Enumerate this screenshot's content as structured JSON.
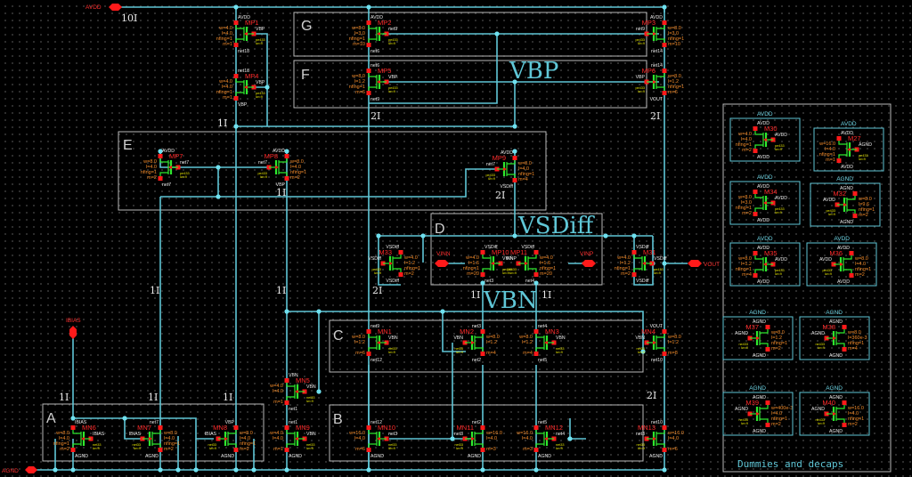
{
  "title": "Analog schematic - two-stage amplifier with bias network",
  "colors": {
    "wire": "#5fc6d6",
    "pin": "#ff1a1a",
    "device_body": "#2ee82e",
    "instance_name": "#ff2a2a",
    "parameters": "#f08a2a",
    "model": "#e6e600",
    "box": "#b9b9b9",
    "background": "#000000"
  },
  "ports": {
    "avdd": "AVDD",
    "agnd": "AGND",
    "ibias": "IBIAS",
    "vinn": "VINN",
    "vinp": "VINP",
    "vout": "VOUT"
  },
  "net_labels": {
    "vbp": "VBP",
    "vsdiff": "VSDiff",
    "vbn": "VBN"
  },
  "blocks": {
    "a": "A",
    "b": "B",
    "c": "C",
    "d": "D",
    "e": "E",
    "f": "F",
    "g": "G",
    "dummies": "Dummies and decaps"
  },
  "currents": {
    "top": "10I",
    "mp4_out": "1I",
    "mp8": "1I",
    "mp9": "2I",
    "f_left": "2I",
    "f_right": "2I",
    "m33": "2I",
    "mp10": "1I",
    "mp11": "1I",
    "e_left": "1I",
    "e_mid": "1I",
    "c_right": "2I",
    "a1": "1I",
    "a2": "1I",
    "a3": "1I"
  },
  "devices": [
    {
      "name": "MP1",
      "type": "p",
      "w": "w=4.0",
      "l": "l=4.0",
      "nf": "nfing=1",
      "m": "m=1",
      "d": "AVDD",
      "s": "net18",
      "g": "VBP",
      "model": "pe433\nlw=9",
      "bulk": "AVDD"
    },
    {
      "name": "MP4",
      "type": "p",
      "w": "w=4.0",
      "l": "l=4.0",
      "nf": "nfing=1",
      "m": "m=1",
      "d": "net18",
      "s": "VBP",
      "g": "VBP",
      "model": "pe433\nlw=9",
      "bulk": "AVDD"
    },
    {
      "name": "MP2",
      "type": "p",
      "w": "w=8.0",
      "l": "l=3.0",
      "nf": "nfing=1",
      "m": "m=10",
      "d": "AVDD",
      "s": "net6",
      "g": "net9",
      "model": "pe433\nlw=9",
      "bulk": "AVDD"
    },
    {
      "name": "MP5",
      "type": "p",
      "w": "w=8.0",
      "l": "l=1.2",
      "nf": "nfing=1",
      "m": "m=6",
      "d": "net6",
      "s": "net9",
      "g": "VBP",
      "model": "pe433\nlw=9",
      "bulk": "AVDD"
    },
    {
      "name": "MP3",
      "type": "p",
      "w": "w=8.0",
      "l": "l=3.0",
      "nf": "nfing=1",
      "m": "m=10",
      "d": "AVDD",
      "s": "net14",
      "g": "net9",
      "model": "pe433\nlw=9",
      "bulk": "AVDD"
    },
    {
      "name": "MP6",
      "type": "p",
      "w": "w=8.0",
      "l": "l=1.2",
      "nf": "nfing=1",
      "m": "m=6",
      "d": "net14",
      "s": "VOUT",
      "g": "VBP",
      "model": "pe433\nlw=9",
      "bulk": "AVDD"
    },
    {
      "name": "MP7",
      "type": "p",
      "w": "w=8.0",
      "l": "l=4.0",
      "nf": "nfing=1",
      "m": "m=2",
      "d": "AVDD",
      "s": "net7",
      "g": "net7",
      "model": "pe433\nlw=9",
      "bulk": "AVDD"
    },
    {
      "name": "MP8",
      "type": "p",
      "w": "w=8.0",
      "l": "l=4.0",
      "nf": "nfing=1",
      "m": "m=2",
      "d": "AVDD",
      "s": "VBP",
      "g": "net7",
      "model": "pe433\nlw=9",
      "bulk": "AVDD"
    },
    {
      "name": "MP9",
      "type": "p",
      "w": "w=8.0",
      "l": "l=4.0",
      "nf": "nfing=1",
      "m": "m=4",
      "d": "AVDD",
      "s": "VSDiff",
      "g": "net7",
      "model": "pe433\nlw=9",
      "bulk": "AVDD"
    },
    {
      "name": "M33",
      "type": "p",
      "w": "w=4.0",
      "l": "l=1.2",
      "nf": "nfing=1",
      "m": "m=2",
      "d": "VSDiff",
      "s": "VSDiff",
      "g": "VSDiff",
      "model": "pe433\nlw=9",
      "bulk": "VSDiff"
    },
    {
      "name": "MP10",
      "type": "p",
      "w": "w=4.0",
      "l": "l=1.6",
      "nf": "nfing=1",
      "m": "m=20",
      "d": "VSDiff",
      "s": "net3",
      "g": "VINN",
      "model": "pe433\nlw=9",
      "bulk": "VSDiff"
    },
    {
      "name": "MP11",
      "type": "p",
      "w": "w=4.0",
      "l": "l=1.6",
      "nf": "nfing=1",
      "m": "m=20",
      "d": "VSDiff",
      "s": "net4",
      "g": "VINP",
      "model": "pe433\nlw=9",
      "bulk": "VSDiff"
    },
    {
      "name": "M31",
      "type": "p",
      "w": "w=4.0",
      "l": "l=1.2",
      "nf": "nfing=1",
      "m": "m=2",
      "d": "VSDiff",
      "s": "VSDiff",
      "g": "VSDiff",
      "model": "pe433\nlw=9",
      "bulk": "VSDiff"
    },
    {
      "name": "MN1",
      "type": "n",
      "w": "w=8.0",
      "l": "l=1.2",
      "nf": "",
      "m": "m=6",
      "d": "net9",
      "s": "net12",
      "g": "VBN",
      "model": "net33\nlw=9",
      "bulk": "AGND"
    },
    {
      "name": "MN2",
      "type": "n",
      "w": "w=8.0",
      "l": "l=1.2",
      "nf": "",
      "m": "m=4",
      "d": "net3",
      "s": "net2",
      "g": "VBN",
      "model": "net33\nlw=9",
      "bulk": "AGND"
    },
    {
      "name": "MN3",
      "type": "n",
      "w": "w=8.0",
      "l": "l=1.2",
      "nf": "",
      "m": "m=4",
      "d": "net4",
      "s": "net5",
      "g": "VBN",
      "model": "net33\nlw=9",
      "bulk": "AGND1"
    },
    {
      "name": "MN4",
      "type": "n",
      "w": "w=8.0",
      "l": "l=1.2",
      "nf": "",
      "m": "m=8",
      "d": "VOUT",
      "s": "net10",
      "g": "VBN",
      "model": "net33\nlw=9",
      "bulk": "AGND"
    },
    {
      "name": "MN5",
      "type": "n",
      "w": "w=4.0",
      "l": "l=4.0",
      "nf": "",
      "m": "m=1",
      "d": "VBN",
      "s": "net1",
      "g": "VBN",
      "model": "net33\nlw=9",
      "bulk": "AGND"
    },
    {
      "name": "MN9",
      "type": "n",
      "w": "w=4.0",
      "l": "l=4.0",
      "nf": "",
      "m": "m=1",
      "d": "net1",
      "s": "AGND",
      "g": "VBN",
      "model": "net33\nlw=9",
      "bulk": "AGND1"
    },
    {
      "name": "MN6",
      "type": "n",
      "w": "w=8.0",
      "l": "l=4.0",
      "nf": "nfing=1",
      "m": "m=2",
      "d": "IBIAS",
      "s": "AGND",
      "g": "IBIAS",
      "model": "net33\nlw=9",
      "bulk": "AGND"
    },
    {
      "name": "MN7",
      "type": "n",
      "w": "w=8.0",
      "l": "l=4.0",
      "nf": "nfing=1",
      "m": "m=2",
      "d": "net7",
      "s": "AGND",
      "g": "IBIAS",
      "model": "net33\nlw=9",
      "bulk": "AGND"
    },
    {
      "name": "MN8",
      "type": "n",
      "w": "w=8.0",
      "l": "l=4.0",
      "nf": "nfing=1",
      "m": "m=2",
      "d": "VBP",
      "s": "AGND",
      "g": "IBIAS",
      "model": "net33\nlw=9",
      "bulk": "AGND"
    },
    {
      "name": "MN10",
      "type": "n",
      "w": "w=16.0",
      "l": "l=4.0",
      "nf": "",
      "m": "m=6",
      "d": "net12",
      "s": "AGND",
      "g": "net3",
      "model": "net33\nlw=9",
      "bulk": "AGND1"
    },
    {
      "name": "MN11",
      "type": "n",
      "w": "w=16.0",
      "l": "l=4.0",
      "nf": "",
      "m": "m=3",
      "d": "net2",
      "s": "AGND",
      "g": "net3",
      "model": "net33\nlw=9",
      "bulk": "AGND"
    },
    {
      "name": "MN12",
      "type": "n",
      "w": "w=16.0",
      "l": "l=4.0",
      "nf": "",
      "m": "m=3",
      "d": "net5",
      "s": "AGND",
      "g": "net4",
      "model": "net33\nlw=9",
      "bulk": "AGND1"
    },
    {
      "name": "MN13",
      "type": "n",
      "w": "w=16.0",
      "l": "l=4.0",
      "nf": "",
      "m": "m=6",
      "d": "net10",
      "s": "AGND",
      "g": "net3",
      "model": "net33\nlw=9",
      "bulk": "AGND"
    },
    {
      "name": "M30",
      "type": "p",
      "w": "w=4.0",
      "l": "l=4.0",
      "nf": "nfing=1",
      "m": "m=2",
      "d": "AVDD",
      "s": "AVDD",
      "g": "AVDD",
      "model": "pe433\nlw=9",
      "bulk": "AVDD",
      "rail": "AVDD"
    },
    {
      "name": "M34",
      "type": "p",
      "w": "w=8.0",
      "l": "l=3.0",
      "nf": "nfing=1",
      "m": "m=2",
      "d": "AVDD",
      "s": "AVDD",
      "g": "AVDD",
      "model": "pe433\nlw=9",
      "bulk": "AVDD",
      "rail": "AVDD"
    },
    {
      "name": "M27",
      "type": "p",
      "w": "w=16.0",
      "l": "l=4.0",
      "nf": "nfing=1",
      "m": "m=1",
      "d": "AVDD",
      "s": "AVDD",
      "g": "AGND",
      "model": "pe433\nlw=9",
      "bulk": "AVDD",
      "rail": "AVDD"
    },
    {
      "name": "M32",
      "type": "n",
      "w": "w=8.0",
      "l": "l=9.6",
      "nf": "nfing=1",
      "m": "m=2",
      "d": "AGND",
      "s": "AGND",
      "g": "AVDD",
      "model": "pe433\nlw=9",
      "bulk": "AGND",
      "rail": "AGND"
    },
    {
      "name": "M35",
      "type": "p",
      "w": "w=8.0",
      "l": "l=1.2",
      "nf": "nfing=1",
      "m": "m=4",
      "d": "AVDD",
      "s": "AVDD",
      "g": "AVDD",
      "model": "pe433\nlw=9",
      "bulk": "AVDD",
      "rail": "AVDD"
    },
    {
      "name": "M36",
      "type": "p",
      "w": "w=8.0",
      "l": "l=4.0",
      "nf": "nfing=1",
      "m": "m=2",
      "d": "AVDD",
      "s": "AVDD",
      "g": "AVDD",
      "model": "pe433\nlw=9",
      "bulk": "AVDD",
      "rail": "AVDD"
    },
    {
      "name": "M37",
      "type": "n",
      "w": "w=8.0",
      "l": "l=1.2",
      "nf": "nfing=1",
      "m": "m=2",
      "d": "AGND",
      "s": "AGND",
      "g": "AGND",
      "model": "ne433\nlw=9",
      "bulk": "AGND",
      "rail": "AGND"
    },
    {
      "name": "M38",
      "type": "n",
      "w": "w=8.0",
      "l": "l=360e-3",
      "nf": "nfing=1",
      "m": "m=4",
      "d": "AGND",
      "s": "AGND",
      "g": "AGND",
      "model": "ne433\nlw=9",
      "bulk": "AGND",
      "rail": "AGND"
    },
    {
      "name": "M39",
      "type": "n",
      "w": "w=400e-3",
      "l": "l=4.0",
      "nf": "nfing=1",
      "m": "m=2",
      "d": "AGND",
      "s": "AGND",
      "g": "AGND",
      "model": "ne433\nlw=9",
      "bulk": "AGND",
      "rail": "AGND"
    },
    {
      "name": "M40",
      "type": "n",
      "w": "w=16.0",
      "l": "l=4.0",
      "nf": "nfing=1",
      "m": "m=2",
      "d": "AGND",
      "s": "AGND",
      "g": "AGND",
      "model": "ne433\nlw=9",
      "bulk": "AGND",
      "rail": "AGND"
    }
  ]
}
